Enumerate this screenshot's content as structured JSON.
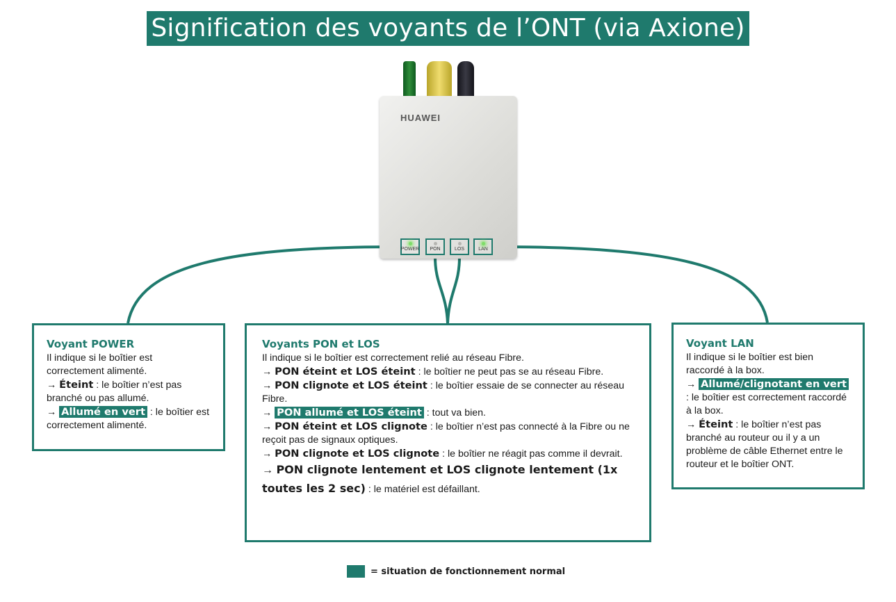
{
  "title": "Signification des voyants de l’ONT (via Axione)",
  "colors": {
    "accent": "#1f7a6d",
    "led_on": "#7fdc6a"
  },
  "device": {
    "brand": "HUAWEI",
    "leds": [
      {
        "label": "POWER",
        "state": "on"
      },
      {
        "label": "PON",
        "state": "off"
      },
      {
        "label": "LOS",
        "state": "off"
      },
      {
        "label": "LAN",
        "state": "on"
      }
    ]
  },
  "power": {
    "title": "Voyant POWER",
    "intro": "Il indique si le boîtier est correctement alimenté.",
    "items": [
      {
        "arrow": "→",
        "label": "Éteint",
        "text": " : le boîtier n’est pas branché ou pas allumé."
      },
      {
        "arrow": "→",
        "label": "Allumé en vert",
        "text": " : le boîtier est correctement alimenté."
      }
    ]
  },
  "pon": {
    "title": "Voyants PON et LOS",
    "intro": "Il indique si le boîtier est correctement relié au réseau Fibre.",
    "items": [
      {
        "arrow": "→",
        "label": "PON éteint et LOS éteint",
        "text": " : le boîtier ne peut pas se au réseau Fibre."
      },
      {
        "arrow": "→",
        "label": "PON clignote et LOS éteint",
        "text": " : le boîtier essaie de se connecter au réseau Fibre."
      },
      {
        "arrow": "→",
        "label": "PON allumé et LOS éteint",
        "text": " : tout va bien."
      },
      {
        "arrow": "→",
        "label": "PON éteint et LOS clignote",
        "text": " : le boîtier n’est pas connecté à la Fibre ou ne reçoit pas de signaux optiques."
      },
      {
        "arrow": "→",
        "label": "PON clignote et LOS clignote",
        "text": " : le boîtier ne réagit pas comme il devrait."
      },
      {
        "arrow": "→",
        "label": "PON clignote lentement et LOS clignote lentement (1x toutes les 2 sec)",
        "text": " : le matériel est défaillant."
      }
    ]
  },
  "lan": {
    "title": "Voyant LAN",
    "intro": "Il indique si le boîtier est bien raccordé à la box.",
    "items": [
      {
        "arrow": "→",
        "label": "Allumé/clignotant en vert",
        "text": " : le boîtier est correctement raccordé à la box."
      },
      {
        "arrow": "→",
        "label": "Éteint",
        "text": " : le boîtier n’est pas branché au routeur ou il y a un problème de câble Ethernet entre le routeur et le boîtier ONT."
      }
    ]
  },
  "legend": {
    "text": "= situation de fonctionnement normal"
  }
}
